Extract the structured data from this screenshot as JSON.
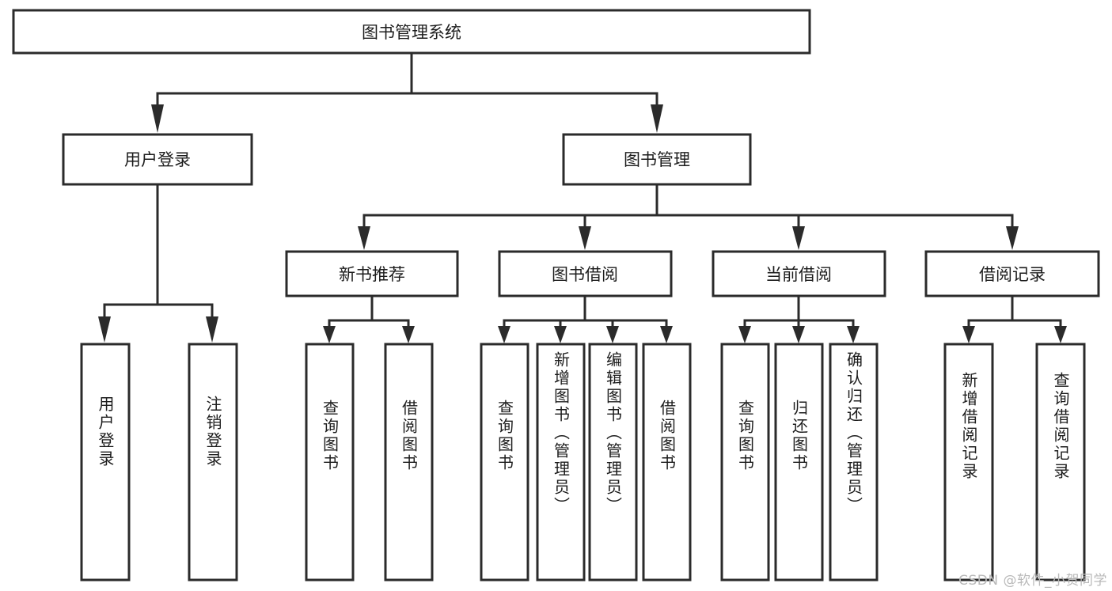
{
  "diagram": {
    "type": "tree-hierarchy-chart",
    "title": "图书管理系统",
    "watermark": "CSDN @软件_小贺同学",
    "colors": {
      "stroke": "#2b2b2b",
      "fill": "#ffffff",
      "text": "#1c1c1c",
      "watermark": "#b9b9b9"
    },
    "root": {
      "label": "图书管理系统",
      "orientation": "horizontal"
    },
    "level2": [
      {
        "label": "用户登录",
        "orientation": "horizontal"
      },
      {
        "label": "图书管理",
        "orientation": "horizontal"
      }
    ],
    "level3": [
      {
        "label": "新书推荐",
        "orientation": "horizontal",
        "parent": "图书管理"
      },
      {
        "label": "图书借阅",
        "orientation": "horizontal",
        "parent": "图书管理"
      },
      {
        "label": "当前借阅",
        "orientation": "horizontal",
        "parent": "图书管理"
      },
      {
        "label": "借阅记录",
        "orientation": "horizontal",
        "parent": "图书管理"
      }
    ],
    "leaves": {
      "用户登录": [
        {
          "label": "用户登录",
          "orientation": "vertical"
        },
        {
          "label": "注销登录",
          "orientation": "vertical"
        }
      ],
      "新书推荐": [
        {
          "label": "查询图书",
          "orientation": "vertical"
        },
        {
          "label": "借阅图书",
          "orientation": "vertical"
        }
      ],
      "图书借阅": [
        {
          "label": "查询图书",
          "orientation": "vertical"
        },
        {
          "label": "新增图书（管理员）",
          "orientation": "vertical"
        },
        {
          "label": "编辑图书（管理员）",
          "orientation": "vertical"
        },
        {
          "label": "借阅图书",
          "orientation": "vertical"
        }
      ],
      "当前借阅": [
        {
          "label": "查询图书",
          "orientation": "vertical"
        },
        {
          "label": "归还图书",
          "orientation": "vertical"
        },
        {
          "label": "确认归还（管理员）",
          "orientation": "vertical"
        }
      ],
      "借阅记录": [
        {
          "label": "新增借阅记录",
          "orientation": "vertical"
        },
        {
          "label": "查询借阅记录",
          "orientation": "vertical"
        }
      ]
    }
  }
}
